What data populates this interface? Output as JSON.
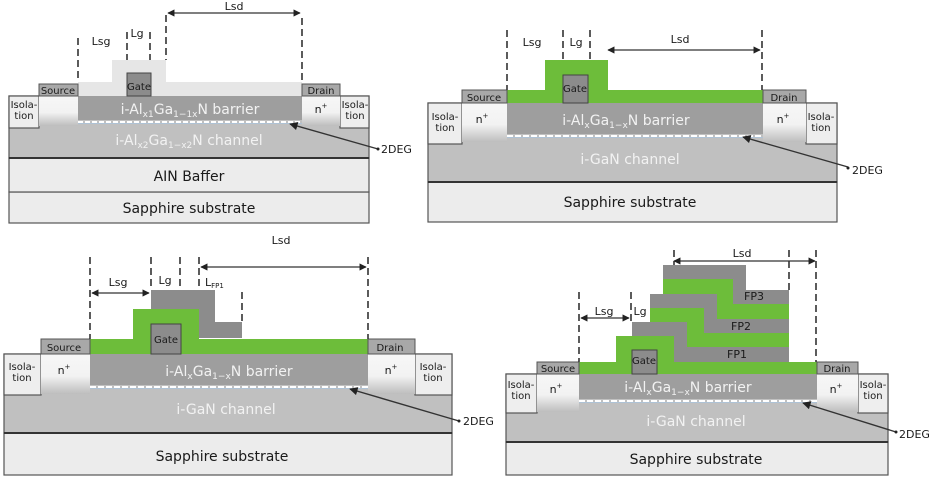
{
  "colors": {
    "green_passivation": "#6dbd3a",
    "metal_dark": "#8c8c8c",
    "barrier": "#9e9e9e",
    "channel": "#c0c0c0",
    "substrate": "#ececec",
    "n_plus": "#f6f6f6",
    "isolation": "#eeeeee",
    "pale_passivation": "#e6e6e6",
    "outline": "#555555"
  },
  "panels": [
    {
      "id": "a",
      "dims": {
        "lsg": "Lsg",
        "lg": "Lg",
        "lsd": "Lsd"
      },
      "layers": {
        "gate": "Gate",
        "source": "Source",
        "drain": "Drain",
        "isolation_l1": "Isola-",
        "isolation_l2": "tion",
        "n_plus": "n",
        "barrier_pre": "i-Al",
        "barrier_sub1": "x1",
        "barrier_mid": "Ga",
        "barrier_sub2": "1−1x",
        "barrier_post": "N barrier",
        "channel_pre": "i-Al",
        "channel_sub1": "x2",
        "channel_mid": "Ga",
        "channel_sub2": "1−x2",
        "channel_post": "N channel",
        "buffer": "AIN Baffer",
        "substrate": "Sapphire substrate",
        "twodeg": "2DEG"
      }
    },
    {
      "id": "b",
      "dims": {
        "lsg": "Lsg",
        "lg": "Lg",
        "lsd": "Lsd"
      },
      "layers": {
        "gate": "Gate",
        "source": "Source",
        "drain": "Drain",
        "isolation_l1": "Isola-",
        "isolation_l2": "tion",
        "n_plus": "n",
        "barrier_pre": "i-Al",
        "barrier_sub1": "x",
        "barrier_mid": "Ga",
        "barrier_sub2": "1−x",
        "barrier_post": "N barrier",
        "channel": "i-GaN channel",
        "substrate": "Sapphire substrate",
        "twodeg": "2DEG"
      }
    },
    {
      "id": "c",
      "dims": {
        "lsg": "Lsg",
        "lg": "Lg",
        "lsd": "Lsd",
        "lfp_main": "L",
        "lfp_sub": "FP1"
      },
      "layers": {
        "gate": "Gate",
        "source": "Source",
        "drain": "Drain",
        "isolation_l1": "Isola-",
        "isolation_l2": "tion",
        "n_plus": "n",
        "barrier_pre": "i-Al",
        "barrier_sub1": "x",
        "barrier_mid": "Ga",
        "barrier_sub2": "1−x",
        "barrier_post": "N barrier",
        "channel": "i-GaN channel",
        "substrate": "Sapphire substrate",
        "twodeg": "2DEG"
      }
    },
    {
      "id": "d",
      "dims": {
        "lsg": "Lsg",
        "lg": "Lg",
        "lsd": "Lsd"
      },
      "field_plates": [
        "FP1",
        "FP2",
        "FP3"
      ],
      "layers": {
        "gate": "Gate",
        "source": "Source",
        "drain": "Drain",
        "isolation_l1": "Isola-",
        "isolation_l2": "tion",
        "n_plus": "n",
        "barrier_pre": "i-Al",
        "barrier_sub1": "x",
        "barrier_mid": "Ga",
        "barrier_sub2": "1−x",
        "barrier_post": "N barrier",
        "channel": "i-GaN channel",
        "substrate": "Sapphire substrate",
        "twodeg": "2DEG"
      }
    }
  ],
  "n_plus_sup": "+"
}
